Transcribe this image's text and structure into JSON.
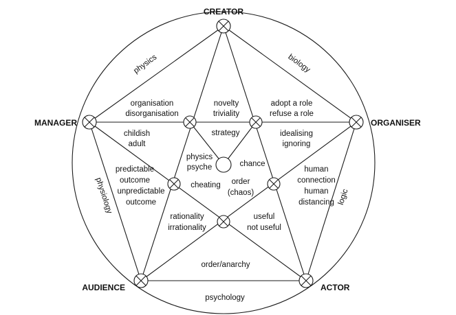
{
  "vertices": {
    "creator": "CREATOR",
    "manager": "MANAGER",
    "organiser": "ORGANISER",
    "audience": "AUDIENCE",
    "actor": "ACTOR"
  },
  "arc_labels": {
    "physics": "physics",
    "biology": "biology",
    "physiology": "physiology",
    "logic": "logic",
    "psychology": "psychology"
  },
  "region_labels": {
    "organisation": "organisation",
    "disorganisation": "disorganisation",
    "novelty": "novelty",
    "triviality": "triviality",
    "adopt_role": "adopt a role",
    "refuse_role": "refuse a role",
    "childish": "childish",
    "adult": "adult",
    "strategy": "strategy",
    "idealising": "idealising",
    "ignoring": "ignoring",
    "inner_physics": "physics",
    "psyche": "psyche",
    "chance": "chance",
    "predictable": "predictable",
    "outcome_1": "outcome",
    "unpredictable": "unpredictable",
    "outcome_2": "outcome",
    "cheating": "cheating",
    "order": "order",
    "chaos": "(chaos)",
    "human_1": "human",
    "connection": "connection",
    "human_2": "human",
    "distancing": "distancing",
    "rationality": "rationality",
    "irrationality": "irrationality",
    "useful": "useful",
    "not_useful": "not useful",
    "order_anarchy": "order/anarchy"
  }
}
